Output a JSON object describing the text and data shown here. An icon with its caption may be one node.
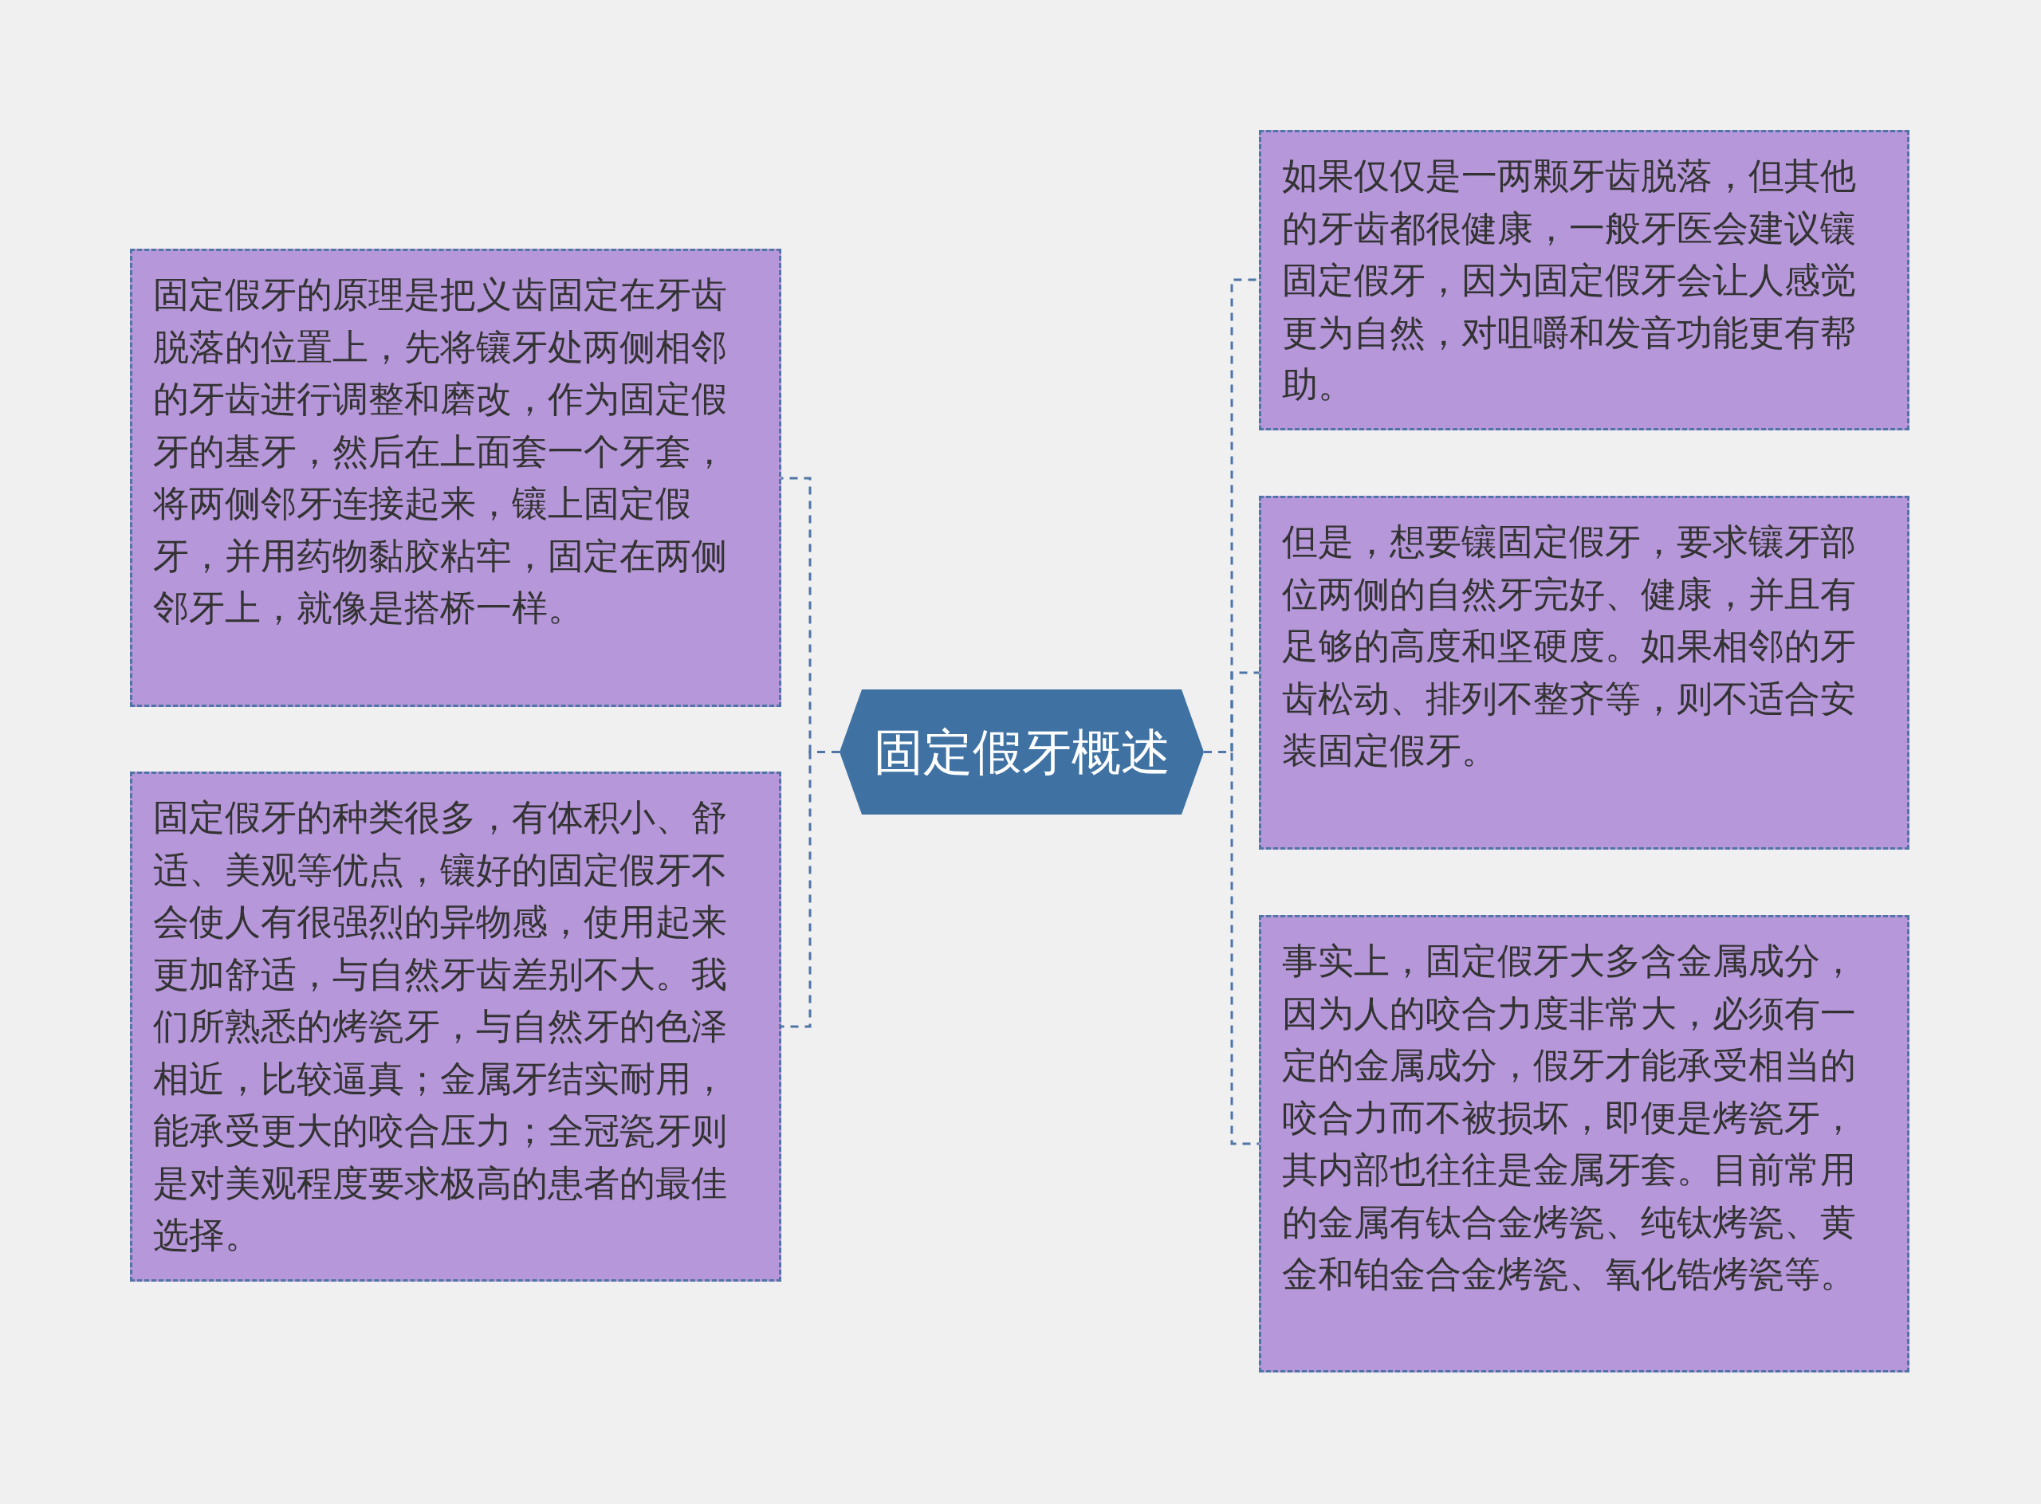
{
  "diagram": {
    "nodes": [
      {
        "text": [
          "固定假牙概述"
        ]
      },
      {
        "text": [
          "固定假牙的原理是把义齿固定在牙齿脱落的位置上，先将镶牙处两侧相邻的牙齿进行调整和磨改，作为固定假牙的基牙，然后在上面套一个牙套，将两侧邻牙连接起来，镶上固定假牙，并用药物黏胶粘牢，固定在两侧邻牙上，就像是搭桥一样。"
        ]
      },
      {
        "text": [
          "固定假牙的种类很多，有体积小、舒适、美观等优点，镶好的固定假牙不会使人有很强烈的异物感，使用起来更加舒适，与自然牙齿差别不大。我们所熟悉的烤瓷牙，与自然牙的色泽相近，比较逼真；金属牙结实耐用，能承受更大的咬合压力；全冠瓷牙则是对美观程度要求极高的患者的最佳选择。"
        ]
      },
      {
        "text": [
          "如果仅仅是一两颗牙齿脱落，但其他的牙齿都很健康，一般牙医会建议镶固定假牙，因为固定假牙会让人感觉更为自然，对咀嚼和发音功能更有帮助。"
        ]
      },
      {
        "text": [
          "但是，想要镶固定假牙，要求镶牙部位两侧的自然牙完好、健康，并且有足够的高度和坚硬度。如果相邻的牙齿松动、排列不整齐等，则不适合安装固定假牙。"
        ]
      },
      {
        "text": [
          "事实上，固定假牙大多含金属成分，因为人的咬合力度非常大，必须有一定的金属成分，假牙才能承受相当的咬合力而不被损坏，即便是烤瓷牙，其内部也往往是金属牙套。目前常用的金属有钛合金烤瓷、纯钛烤瓷、黄金和铂金合金烤瓷、氧化锆烤瓷等。"
        ]
      }
    ],
    "edges": [
      {
        "from": 0,
        "to": 1,
        "arrow": "none",
        "style": "dashed"
      },
      {
        "from": 0,
        "to": 2,
        "arrow": "none",
        "style": "dashed"
      },
      {
        "from": 0,
        "to": 3,
        "arrow": "none",
        "style": "dashed"
      },
      {
        "from": 0,
        "to": 4,
        "arrow": "none",
        "style": "dashed"
      },
      {
        "from": 0,
        "to": 5,
        "arrow": "none",
        "style": "dashed"
      }
    ]
  }
}
